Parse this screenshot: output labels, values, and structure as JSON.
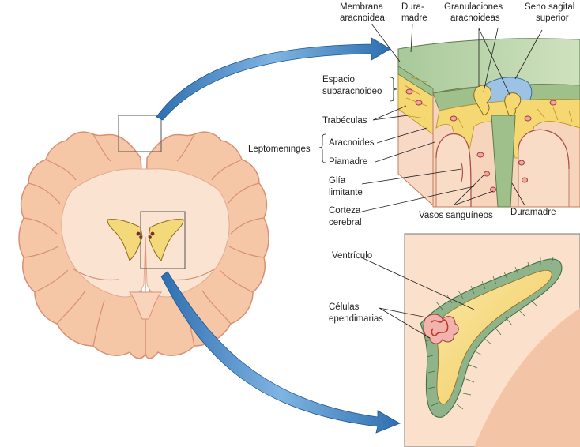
{
  "labels": {
    "membrana_aracnoidea": [
      "Membrana",
      "aracnoidea"
    ],
    "duramadre_top": [
      "Dura-",
      "madre"
    ],
    "granulaciones": [
      "Granulaciones",
      "aracnoideas"
    ],
    "seno_sagital": [
      "Seno sagital",
      "superior"
    ],
    "espacio_subaracnoideo": [
      "Espacio",
      "subaracnoideo"
    ],
    "trabeculas": "Trabéculas",
    "leptomeninges": "Leptomeninges",
    "aracnoides": "Aracnoides",
    "piamadre": "Piamadre",
    "glia_limitante": [
      "Glía",
      "limitante"
    ],
    "corteza_cerebral": [
      "Corteza",
      "cerebral"
    ],
    "vasos_sanguineos": "Vasos sanguíneos",
    "duramadre_bottom": "Duramadre",
    "ventriculo": "Ventrículo",
    "celulas_ependimarias": [
      "Células",
      "ependimarias"
    ]
  },
  "colors": {
    "brain_tissue": "#f5c7a7",
    "brain_outline": "#d98f73",
    "white_matter": "#fbe3d2",
    "ventricle": "#f3d97a",
    "dura": "#9fc08a",
    "sinus": "#9cc3e4",
    "subarachnoid": "#f5d871",
    "ependymal_cells": "#8fb38a",
    "arrow": "#4a8ac9"
  }
}
